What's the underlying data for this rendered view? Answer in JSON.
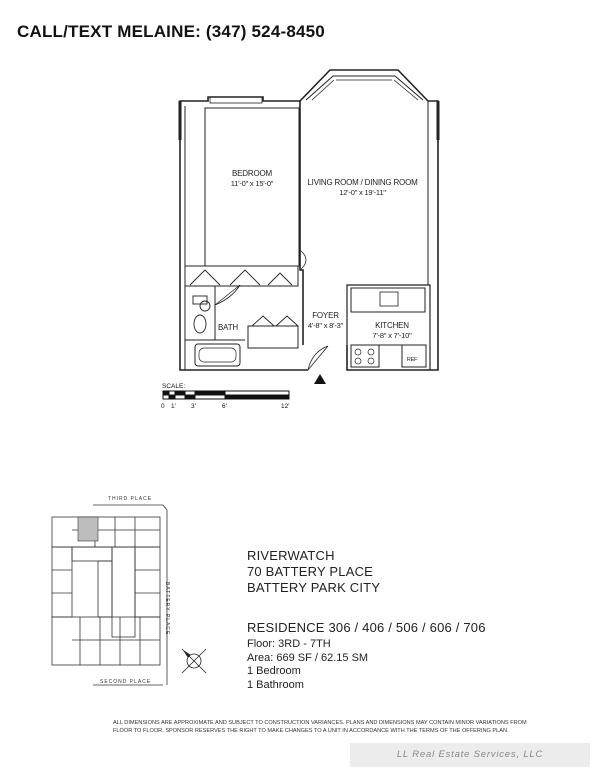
{
  "contact": "CALL/TEXT MELAINE: (347) 524-8450",
  "rooms": {
    "bedroom": {
      "name": "BEDROOM",
      "dims": "11'-0\" x 15'-0\""
    },
    "living": {
      "name": "LIVING ROOM / DINING ROOM",
      "dims": "12'-0\" x 19'-11\""
    },
    "foyer": {
      "name": "FOYER",
      "dims": "4'-8\" x 8'-3\""
    },
    "kitchen": {
      "name": "KITCHEN",
      "dims": "7'-8\" x 7'-10\""
    },
    "bath": {
      "name": "BATH"
    },
    "ref": "REF"
  },
  "scale": {
    "label": "SCALE:",
    "ticks": [
      "0",
      "1'",
      "3'",
      "6'",
      "12'"
    ]
  },
  "site": {
    "third_place": "THIRD PLACE",
    "second_place": "SECOND PLACE",
    "battery_place": "BATTERY PLACE"
  },
  "building": {
    "name": "RIVERWATCH",
    "address": "70 BATTERY PLACE",
    "area": "BATTERY PARK CITY"
  },
  "residence": "RESIDENCE 306 / 406 / 506 / 606 / 706",
  "details": {
    "floor": "Floor:  3RD - 7TH",
    "area": "Area:  669 SF / 62.15 SM",
    "bedrooms": "1 Bedroom",
    "bathrooms": "1 Bathroom"
  },
  "disclaimer": {
    "line1": "ALL DIMENSIONS ARE APPROXIMATE AND SUBJECT TO CONSTRUCTION VARIANCES.  PLANS AND DIMENSIONS MAY CONTAIN MINOR VARIATIONS FROM",
    "line2": "FLOOR TO FLOOR.  SPONSOR RESERVES THE RIGHT TO MAKE CHANGES TO A UNIT IN ACCORDANCE WITH THE TERMS OF THE OFFERING PLAN."
  },
  "watermark": "LL Real Estate Services, LLC"
}
